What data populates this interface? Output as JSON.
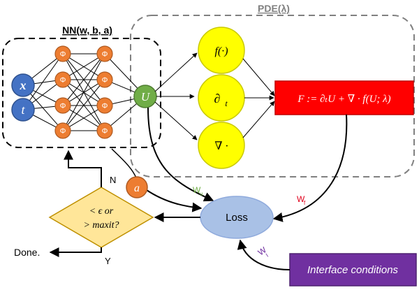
{
  "labels": {
    "pde_title": "PDE(λ)",
    "nn_title": "NN(w, b, a)",
    "input_x": "x",
    "input_t": "t",
    "phi": "Φ",
    "output_u": "U",
    "f_node": "f(·)",
    "dt_node": "∂",
    "dt_sub": "t",
    "grad_node": "∇ ·",
    "residual": "F := ∂ₜU + ∇ · f(U; λ)",
    "a_node": "a",
    "loss": "Loss",
    "decision_line1": "< ϵ or",
    "decision_line2": "> maxit?",
    "no": "N",
    "yes": "Y",
    "done": "Done.",
    "interface": "Interface conditions",
    "wu": "W",
    "wu_sub": "u",
    "wf": "W",
    "wf_sub": "f",
    "wi": "W",
    "wi_sub": "I"
  },
  "colors": {
    "input_blue": "#4472c4",
    "phi_orange": "#ed7d31",
    "u_green": "#70ad47",
    "pde_yellow": "#ffff00",
    "residual_red": "#ff0000",
    "loss_fill": "#a9c1e6",
    "decision_fill": "#ffe699",
    "interface_purple": "#7030a0",
    "wu_green": "#70ad47",
    "wf_red": "#e0001b",
    "wi_purple": "#7030a0",
    "pde_border": "#808080"
  }
}
